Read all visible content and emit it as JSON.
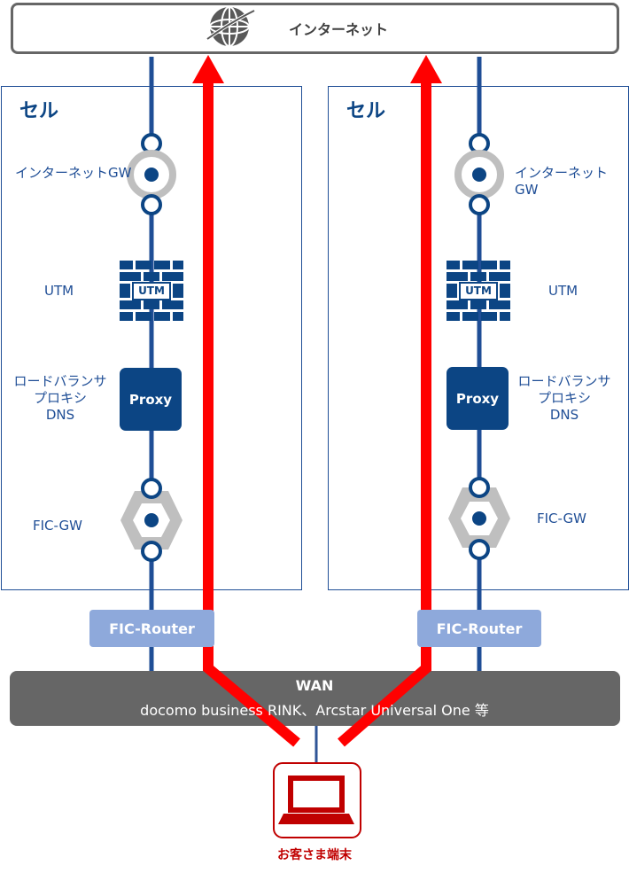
{
  "internet": {
    "label": "インターネット"
  },
  "cells": [
    {
      "title": "セル",
      "internet_gw_label": "インターネットGW",
      "utm_label": "UTM",
      "utm_icon_text": "UTM",
      "proxy_label_lines": [
        "ロードバランサ",
        "プロキシ",
        "DNS"
      ],
      "proxy_icon_text": "Proxy",
      "fic_gw_label": "FIC-GW",
      "fic_router_label": "FIC-Router"
    },
    {
      "title": "セル",
      "internet_gw_label": "インターネットGW",
      "utm_label": "UTM",
      "utm_icon_text": "UTM",
      "proxy_label_lines": [
        "ロードバランサ",
        "プロキシ",
        "DNS"
      ],
      "proxy_icon_text": "Proxy",
      "fic_gw_label": "FIC-GW",
      "fic_router_label": "FIC-Router"
    }
  ],
  "wan": {
    "title": "WAN",
    "subtitle": "docomo business RINK、Arcstar Universal One 等"
  },
  "customer": {
    "label": "お客さま端末"
  },
  "colors": {
    "navy": "#0c4584",
    "line_blue": "#1f4e96",
    "flow_red": "#ff0000",
    "router_blue": "#8ea9db",
    "wan_gray": "#666666",
    "gw_gray": "#bfbfbf",
    "customer_red": "#c00000"
  }
}
